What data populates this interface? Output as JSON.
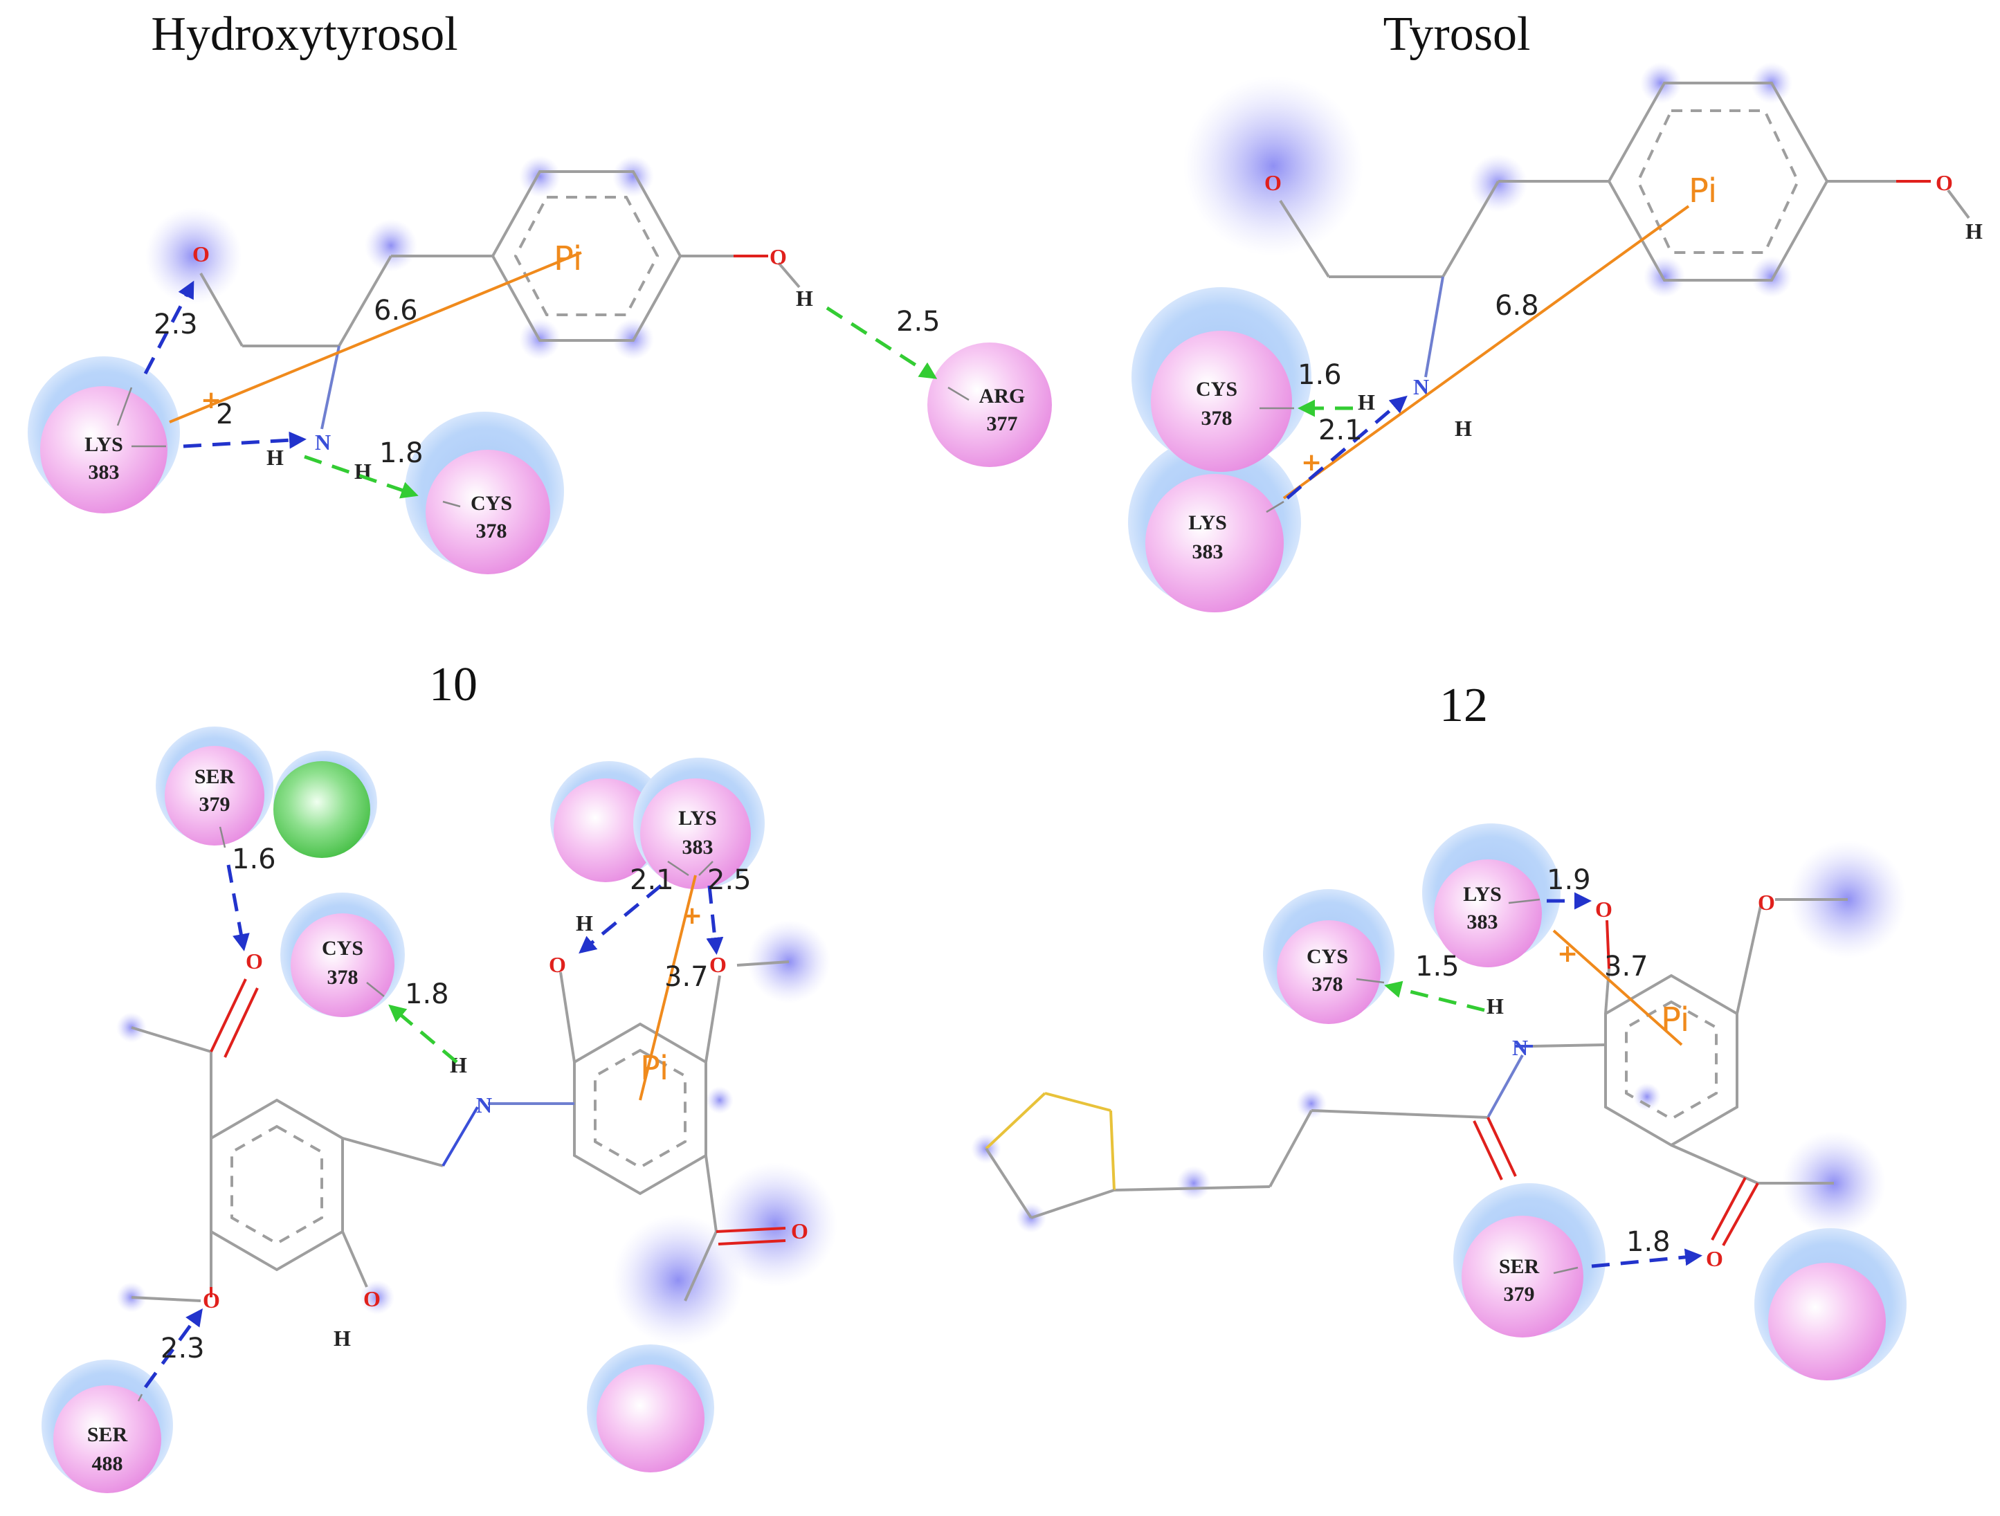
{
  "panels": {
    "hydroxytyrosol": {
      "title": "Hydroxytyrosol",
      "residues": [
        {
          "name": "LYS",
          "num": "383"
        },
        {
          "name": "CYS",
          "num": "378"
        },
        {
          "name": "ARG",
          "num": "377"
        }
      ],
      "distances": [
        "2.3",
        "2",
        "6.6",
        "1.8",
        "2.5"
      ]
    },
    "tyrosol": {
      "title": "Tyrosol",
      "residues": [
        {
          "name": "CYS",
          "num": "378"
        },
        {
          "name": "LYS",
          "num": "383"
        }
      ],
      "distances": [
        "1.6",
        "2.1",
        "6.8"
      ]
    },
    "compound10": {
      "title": "10",
      "residues": [
        {
          "name": "SER",
          "num": "379"
        },
        {
          "name": "CYS",
          "num": "378"
        },
        {
          "name": "LYS",
          "num": "383"
        },
        {
          "name": "SER",
          "num": "488"
        }
      ],
      "distances": [
        "1.6",
        "1.8",
        "2.1",
        "2.5",
        "3.7",
        "2.3"
      ]
    },
    "compound12": {
      "title": "12",
      "residues": [
        {
          "name": "LYS",
          "num": "383"
        },
        {
          "name": "CYS",
          "num": "378"
        },
        {
          "name": "SER",
          "num": "379"
        }
      ],
      "distances": [
        "1.9",
        "3.7",
        "1.5",
        "1.8"
      ]
    }
  },
  "labels": {
    "pi": "Pi",
    "plus": "+",
    "O": "O",
    "N": "N",
    "H": "H"
  },
  "colors": {
    "oxygen": "#e0201c",
    "nitrogen": "#3a4fd8",
    "hbond_blue": "#2233cc",
    "hbond_green": "#33cc33",
    "pi_line": "#f08a1c",
    "residue_fill": "#f4b8f0",
    "residue_halo": "#b8d6fa",
    "sulfur": "#e8c23a"
  }
}
